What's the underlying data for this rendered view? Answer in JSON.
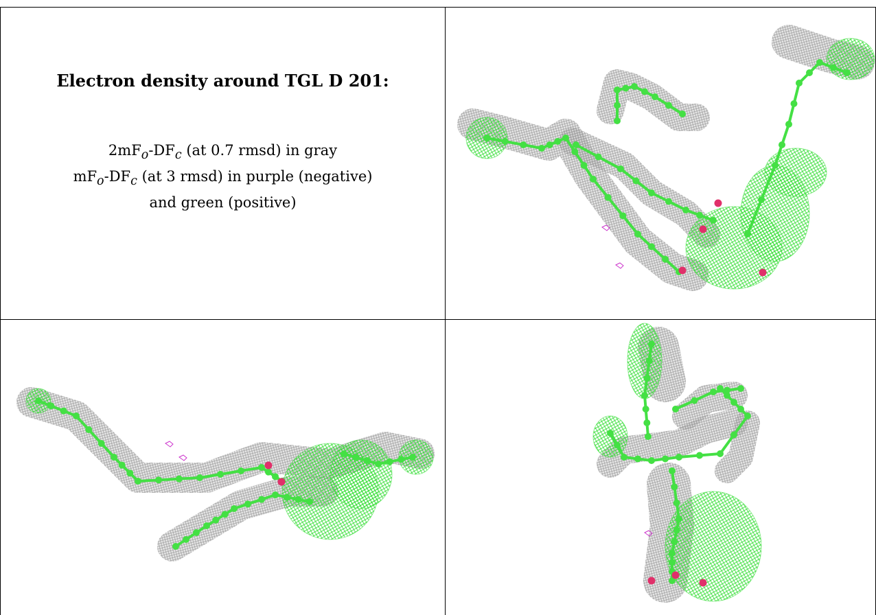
{
  "legend": {
    "title": "Electron density around TGL D 201:",
    "line1": {
      "prefix": "2mF",
      "sub1": "o",
      "mid": "-DF",
      "sub2": "c",
      "suffix": " (at 0.7 rmsd) in gray"
    },
    "line2": {
      "prefix": "mF",
      "sub1": "o",
      "mid": "-DF",
      "sub2": "c",
      "suffix": " (at 3 rmsd) in purple (negative)"
    },
    "line3": "and green (positive)"
  },
  "colors": {
    "atom_green": "#44e044",
    "mesh_gray": "#9a9a9a",
    "mesh_green": "#33dd33",
    "oxygen": "#e0306a",
    "negative": "#cc33cc"
  }
}
